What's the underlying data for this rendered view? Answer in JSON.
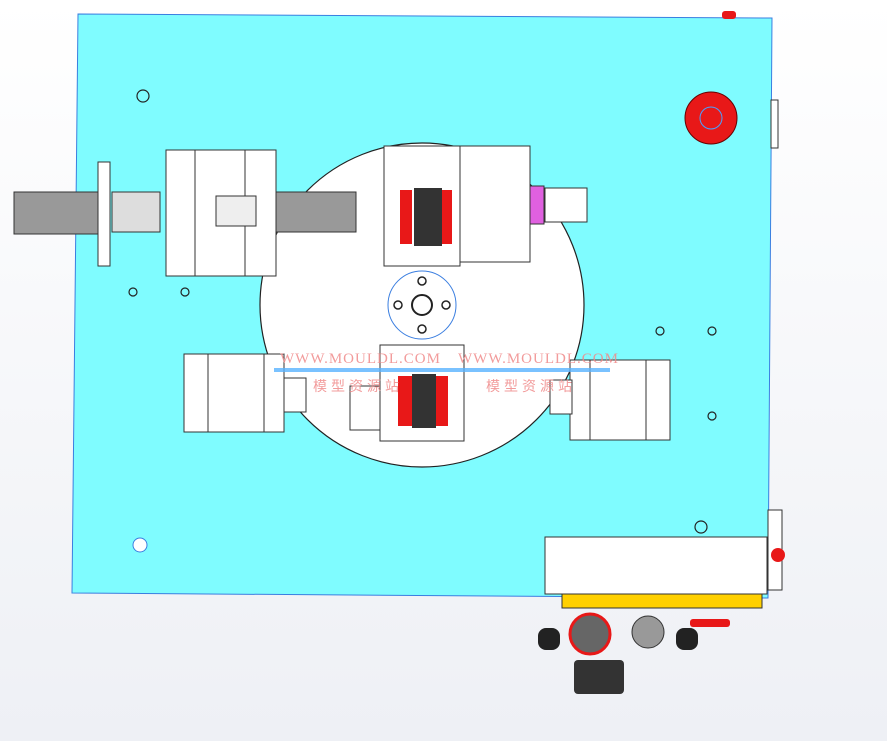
{
  "watermarks": [
    {
      "url": "WWW.MOULDL.COM",
      "label": "模型资源站"
    },
    {
      "url": "WWW.MOULDL.COM",
      "label": "模型资源站"
    }
  ],
  "colors": {
    "plate": "#7ffcff",
    "motor_red": "#e81818",
    "block_magenta": "#e060e0",
    "accent_blue": "#3a7ee0"
  }
}
